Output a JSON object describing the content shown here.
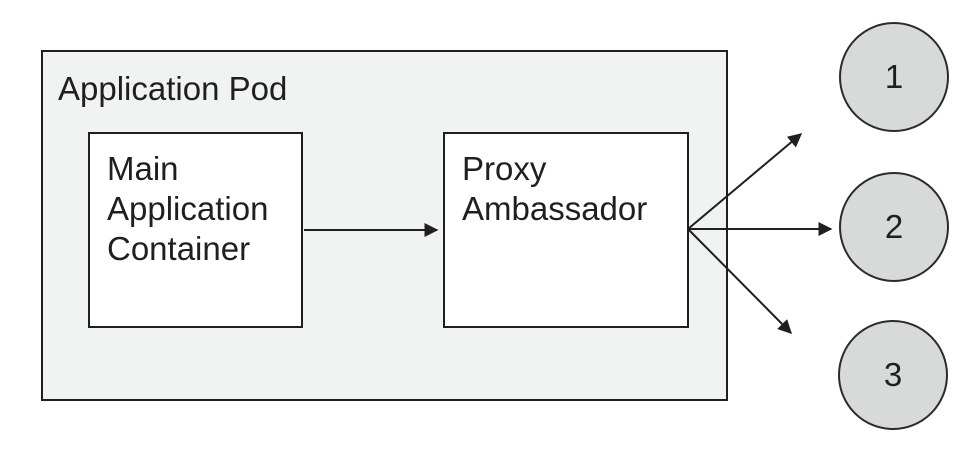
{
  "diagram": {
    "pod_label": "Application Pod",
    "nodes": [
      {
        "id": "main-application-container",
        "label": "Main Application Container"
      },
      {
        "id": "proxy-ambassador",
        "label": "Proxy Ambassador"
      }
    ],
    "endpoints": [
      {
        "label": "1"
      },
      {
        "label": "2"
      },
      {
        "label": "3"
      }
    ],
    "connections": [
      {
        "from": "main-application-container",
        "to": "proxy-ambassador"
      },
      {
        "from": "proxy-ambassador",
        "to": "endpoint-1"
      },
      {
        "from": "proxy-ambassador",
        "to": "endpoint-2"
      },
      {
        "from": "proxy-ambassador",
        "to": "endpoint-3"
      }
    ],
    "colors": {
      "background": "#ffffff",
      "pod_fill": "#f1f2f2",
      "node_fill": "#ffffff",
      "endpoint_fill": "#d8d9d9",
      "stroke": "#1f1f1f",
      "text": "#1f1f1f"
    }
  }
}
